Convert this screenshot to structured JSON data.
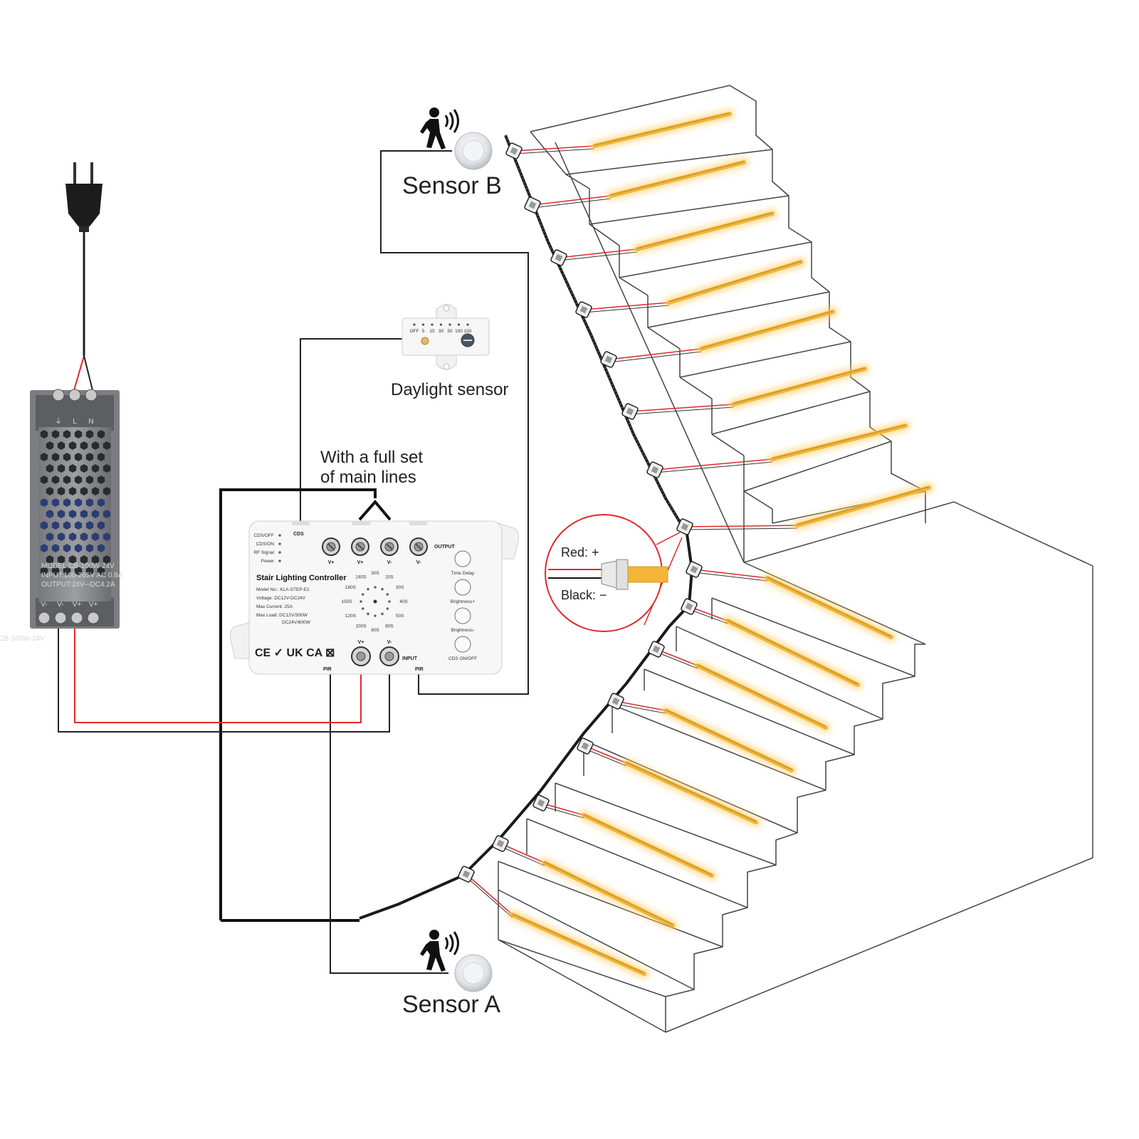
{
  "labels": {
    "sensor_b": "Sensor B",
    "sensor_a": "Sensor A",
    "daylight": "Daylight sensor",
    "main_lines_1": "With a full set",
    "main_lines_2": "of main lines",
    "red": "Red: +",
    "black": "Black: −"
  },
  "daylight_scale": [
    "OFF",
    "5",
    "15",
    "30",
    "50",
    "100",
    "150"
  ],
  "psu": {
    "model": "MODEL:CB-100W-24V",
    "input": "INPUT:100-265V AC 0.8A",
    "output": "OUTPUT:24V⎓DC4.2A",
    "top_terminals": [
      "⏚",
      "L",
      "N"
    ],
    "bottom_terminals": [
      "V-",
      "V-",
      "V+",
      "V+"
    ]
  },
  "controller": {
    "title": "Stair Lighting Controller",
    "model": "Model No.: KLA-STEP-E1",
    "voltage": "Voltage: DC12V-DC24V",
    "current": "Max Current: 25A",
    "load1": "Max Load: DC12V/300W",
    "load2": "DC24V/600W",
    "leds": [
      "CDS/OFF",
      "CDS/ON",
      "RF Signal",
      "Power"
    ],
    "cds": "CDS",
    "output": "OUTPUT",
    "input": "INPUT",
    "pir_left": "PIR",
    "pir_right": "PIR",
    "out_terms": [
      "V+",
      "V+",
      "V-",
      "V-"
    ],
    "in_terms": [
      "V+",
      "V-"
    ],
    "buttons": [
      "Time Delay",
      "Brightness+",
      "Brightness-",
      "CDS ON/OFF"
    ],
    "dial": [
      "30S",
      "20S",
      "30S",
      "40S",
      "50S",
      "60S",
      "80S",
      "100S",
      "120S",
      "150S",
      "180S",
      "240S"
    ],
    "certs": "CE ✓ UK CA ⊠"
  },
  "colors": {
    "strip": "#f2b53a",
    "strip_glow": "#ffcf6a",
    "red_wire": "#e0282a",
    "black_wire": "#111111",
    "psu_body": "#8c8c90"
  },
  "icons": [
    "plug-icon",
    "walking-person-icon",
    "pir-sensor-icon",
    "trimmer-knob-icon"
  ]
}
